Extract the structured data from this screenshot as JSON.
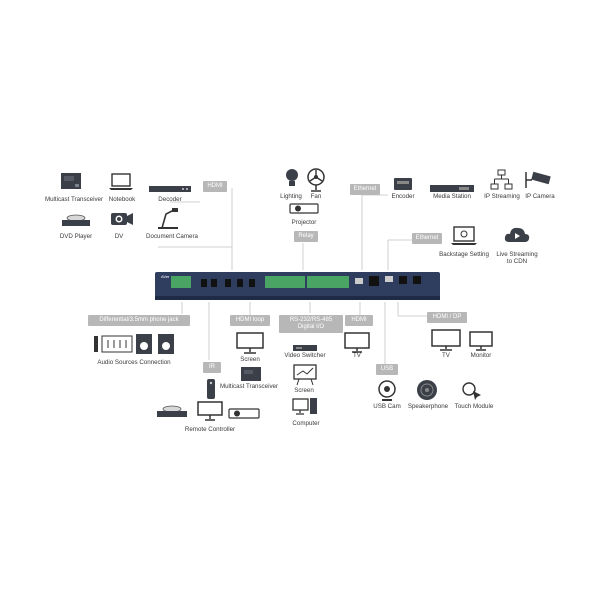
{
  "tags": {
    "hdmi_in": "HDMI",
    "ethernet_top": "Ethernet",
    "relay": "Relay",
    "ethernet_right": "Ethernet",
    "audio_jack": "Differential/3.5mm phone jack",
    "hdmi_loop": "HDMI loop",
    "rs232": "RS-232/RS-485",
    "digital_io": "Digital I/O",
    "hdmi_out": "HDMI",
    "hdmi_dp": "HDMI / DP",
    "ir": "IR",
    "usb": "USB"
  },
  "labels": {
    "multicast_tx_top": "Multicast Transceiver",
    "notebook": "Notebook",
    "decoder": "Decoder",
    "dvd": "DVD Player",
    "dv": "DV",
    "doc_cam": "Document Camera",
    "lighting": "Lighting",
    "fan": "Fan",
    "projector_top": "Projector",
    "encoder": "Encoder",
    "media_station": "Media Station",
    "ip_streaming": "IP Streaming",
    "ip_camera": "IP Camera",
    "backstage": "Backstage Setting",
    "live_stream_1": "Live Streaming",
    "live_stream_2": "to CDN",
    "audio_sources": "Audio Sources Connection",
    "screen_1": "Screen",
    "multicast_tx_bottom": "Multicast Transceiver",
    "remote_ctrl": "Remote Controller",
    "video_switcher": "Video Switcher",
    "screen_2": "Screen",
    "computer": "Computer",
    "tv_mid": "TV",
    "tv_right": "TV",
    "monitor": "Monitor",
    "usb_cam": "USB Cam",
    "speakerphone": "Speakerphone",
    "touch_module": "Touch Module"
  },
  "device_badge": "AVer"
}
